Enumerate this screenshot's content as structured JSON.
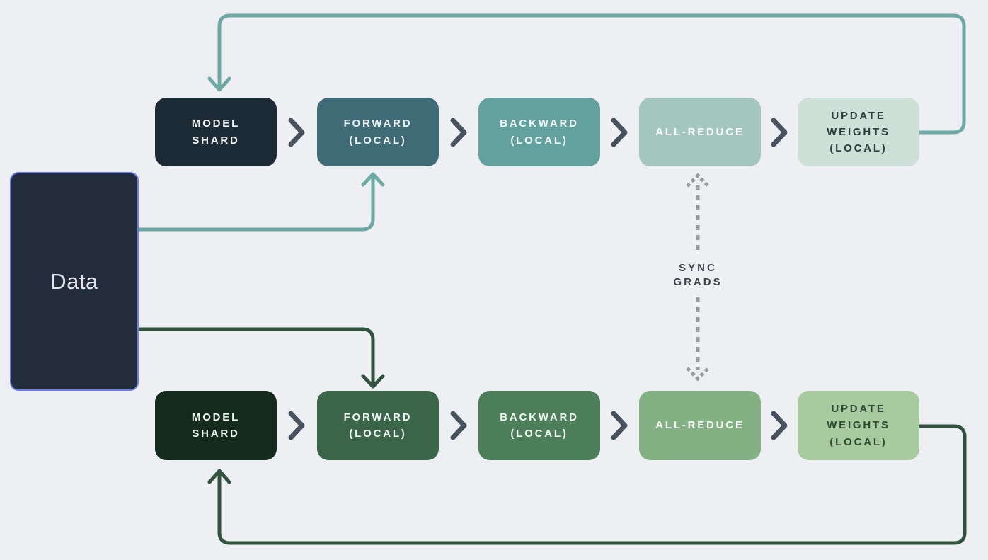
{
  "diagram_title": "data-parallel-training-flow",
  "background": "#edeff3",
  "data_box": {
    "label": "Data",
    "bg": "#232c3a",
    "border": "#6b7ce8",
    "text_color": "#e2e5eb"
  },
  "sync_label": {
    "text": "SYNC\nGRADS",
    "color": "#3f4449"
  },
  "connectors": {
    "teal": "#6ca8a4",
    "green": "#31523c",
    "dashed_gray": "#9b9b9b",
    "chevron": "#47525e"
  },
  "rows": [
    {
      "name": "worker-top",
      "nodes": [
        {
          "label": "MODEL\nSHARD",
          "bg": "#1d2b37",
          "text_color": "#f0f4f4"
        },
        {
          "label": "FORWARD\n(LOCAL)",
          "bg": "#3f6b76",
          "text_color": "#f0f4f4"
        },
        {
          "label": "BACKWARD\n(LOCAL)",
          "bg": "#62a19d",
          "text_color": "#f4f8f7"
        },
        {
          "label": "ALL-REDUCE",
          "bg": "#a3c7bd",
          "text_color": "#fbfdfd"
        },
        {
          "label": "UPDATE\nWEIGHTS\n(LOCAL)",
          "bg": "#cfe0d8",
          "text_color": "#2d3c3c"
        }
      ]
    },
    {
      "name": "worker-bottom",
      "nodes": [
        {
          "label": "MODEL\nSHARD",
          "bg": "#142b1e",
          "text_color": "#f0f4f2"
        },
        {
          "label": "FORWARD\n(LOCAL)",
          "bg": "#3b6549",
          "text_color": "#f0f4f2"
        },
        {
          "label": "BACKWARD\n(LOCAL)",
          "bg": "#4d7e5a",
          "text_color": "#f2f7f3"
        },
        {
          "label": "ALL-REDUCE",
          "bg": "#83b184",
          "text_color": "#f8fbf8"
        },
        {
          "label": "UPDATE\nWEIGHTS\n(LOCAL)",
          "bg": "#a8ca9f",
          "text_color": "#2e4a34"
        }
      ]
    }
  ]
}
